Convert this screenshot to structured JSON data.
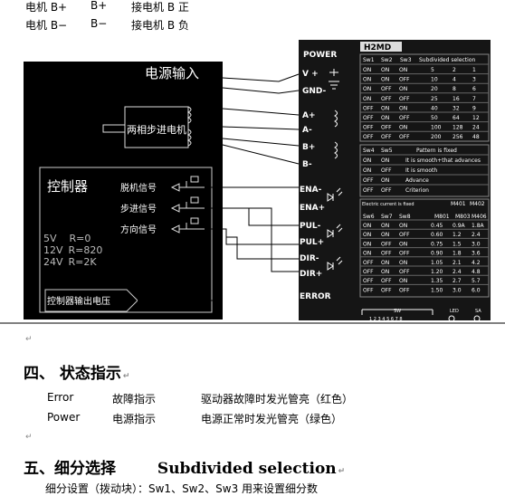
{
  "top_lines": [
    {
      "a": "电机 B+",
      "b": "B+",
      "c": "接电机 B 正"
    },
    {
      "a": "电机 B−",
      "b": "B−",
      "c": "接电机 B 负"
    }
  ],
  "wiring": {
    "power_input": "电源输入",
    "motor": "两相步进电机",
    "controller": "控制器",
    "signals": [
      "脱机信号",
      "步进信号",
      "方向信号"
    ],
    "voltage_rows": [
      [
        "5V",
        "R=0"
      ],
      [
        "12V",
        "R=820"
      ],
      [
        "24V",
        "R=2K"
      ]
    ],
    "output_voltage": "控制器输出电压"
  },
  "driver": {
    "model": "H2MD",
    "terminals": [
      "POWER",
      "V +",
      "GND-",
      "A+",
      "A-",
      "B+",
      "B-",
      "ENA-",
      "ENA+",
      "PUL-",
      "PUL+",
      "DIR-",
      "DIR+",
      "ERROR"
    ],
    "table1": {
      "headers": [
        "Sw1",
        "Sw2",
        "Sw3",
        "Subdivided selection"
      ],
      "rows": [
        [
          "ON",
          "ON",
          "ON",
          "5",
          "2",
          "1"
        ],
        [
          "ON",
          "ON",
          "OFF",
          "10",
          "4",
          "3"
        ],
        [
          "ON",
          "OFF",
          "ON",
          "20",
          "8",
          "6"
        ],
        [
          "ON",
          "OFF",
          "OFF",
          "25",
          "16",
          "7"
        ],
        [
          "OFF",
          "ON",
          "ON",
          "40",
          "32",
          "9"
        ],
        [
          "OFF",
          "ON",
          "OFF",
          "50",
          "64",
          "12"
        ],
        [
          "OFF",
          "OFF",
          "ON",
          "100",
          "128",
          "24"
        ],
        [
          "OFF",
          "OFF",
          "OFF",
          "200",
          "256",
          "48"
        ]
      ]
    },
    "table2": {
      "headers": [
        "Sw4",
        "Sw5",
        "Pattern is fixed"
      ],
      "rows": [
        [
          "ON",
          "ON",
          "It is smooth+that advances"
        ],
        [
          "ON",
          "OFF",
          "It is smooth"
        ],
        [
          "OFF",
          "ON",
          "Advance"
        ],
        [
          "OFF",
          "OFF",
          "Criterion"
        ]
      ]
    },
    "table3": {
      "headers": [
        "Sw6",
        "Sw7",
        "Sw8",
        "M401",
        "M402",
        "M406"
      ],
      "subheader": [
        "Electric current is fixed",
        "M801",
        "M803"
      ],
      "rows": [
        [
          "ON",
          "ON",
          "ON",
          "0.45",
          "0.9A",
          "1.8A"
        ],
        [
          "ON",
          "ON",
          "OFF",
          "0.60",
          "1.2",
          "2.4"
        ],
        [
          "ON",
          "OFF",
          "ON",
          "0.75",
          "1.5",
          "3.0"
        ],
        [
          "ON",
          "OFF",
          "OFF",
          "0.90",
          "1.8",
          "3.6"
        ],
        [
          "OFF",
          "ON",
          "ON",
          "1.05",
          "2.1",
          "4.2"
        ],
        [
          "OFF",
          "ON",
          "OFF",
          "1.20",
          "2.4",
          "4.8"
        ],
        [
          "OFF",
          "OFF",
          "ON",
          "1.35",
          "2.7",
          "5.7"
        ],
        [
          "OFF",
          "OFF",
          "OFF",
          "1.50",
          "3.0",
          "6.0"
        ]
      ]
    },
    "bottom_labels": [
      "SW",
      "1 2 3 4 5 6 7 8",
      "LED",
      "SA"
    ]
  },
  "section4": {
    "title": "四、  状态指示",
    "rows": [
      [
        "Error",
        "故障指示",
        "驱动器故障时发光管亮（红色）"
      ],
      [
        "Power",
        "电源指示",
        "电源正常时发光管亮（绿色）"
      ]
    ]
  },
  "section5": {
    "title": "五、细分选择",
    "title_en": "Subdivided selection"
  },
  "cut_line": "细分设置（拨动块）：Sw1、Sw2、Sw3 用来设置细分数"
}
